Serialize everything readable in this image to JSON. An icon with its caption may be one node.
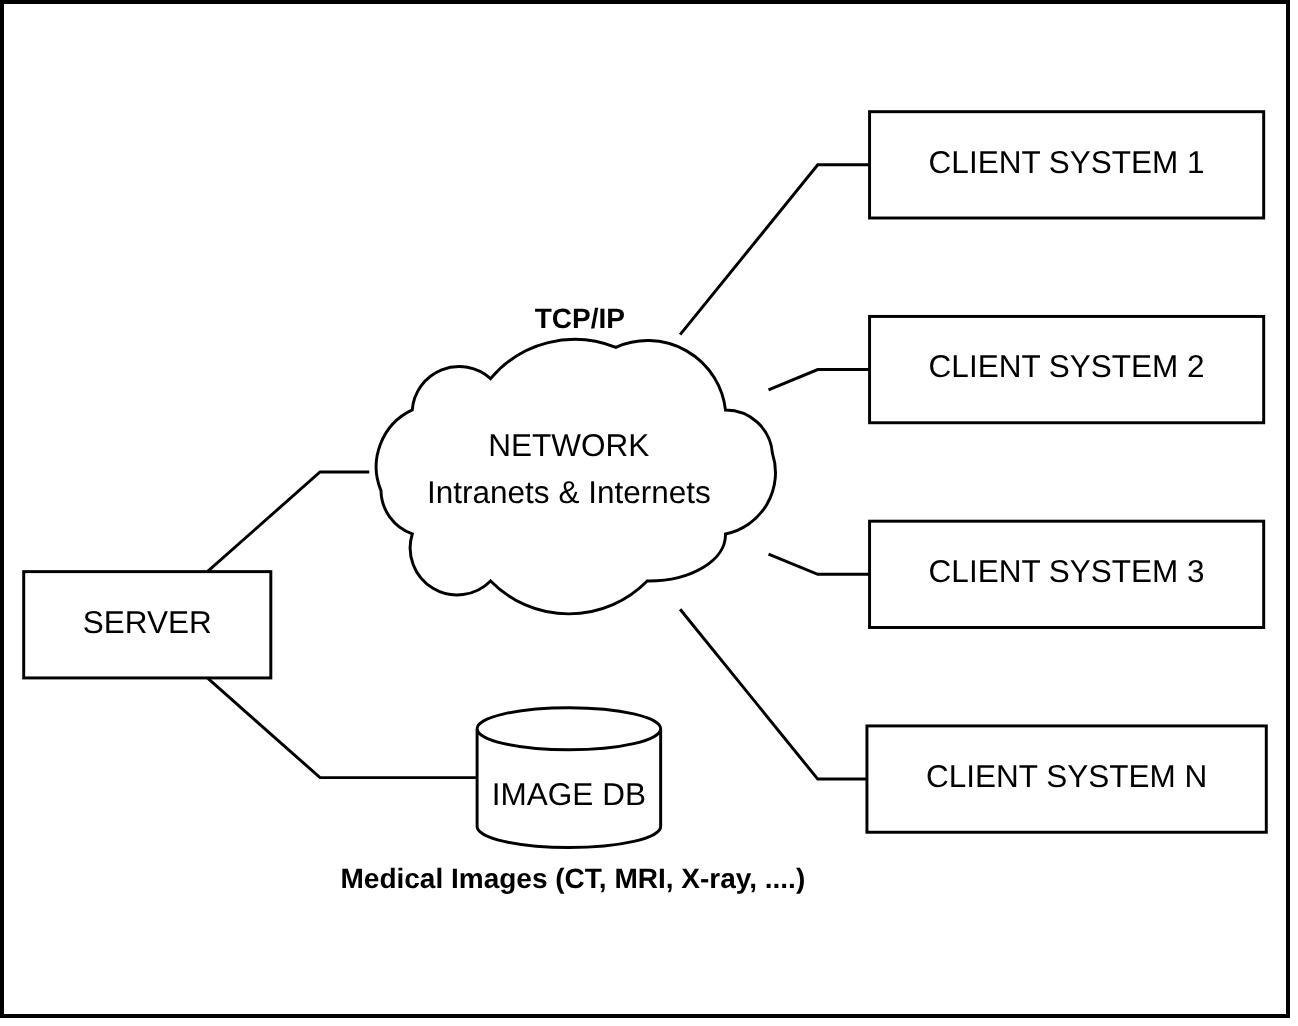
{
  "diagram": {
    "nodes": [
      {
        "text": [
          "SERVER"
        ]
      },
      {
        "text": [
          "NETWORK",
          "Intranets & Internets"
        ],
        "beside": [
          "TCP/IP"
        ]
      },
      {
        "text": [
          "IMAGE DB"
        ],
        "beside": [
          "Medical Images (CT, MRI, X-ray, ....)"
        ]
      },
      {
        "text": [
          "CLIENT SYSTEM 1"
        ]
      },
      {
        "text": [
          "CLIENT SYSTEM 2"
        ]
      },
      {
        "text": [
          "CLIENT SYSTEM 3"
        ]
      },
      {
        "text": [
          "CLIENT SYSTEM N"
        ]
      }
    ],
    "edges": [
      {
        "from": 0,
        "to": 1,
        "arrow": "none"
      },
      {
        "from": 0,
        "to": 2,
        "arrow": "none"
      },
      {
        "from": 1,
        "to": 3,
        "arrow": "none"
      },
      {
        "from": 1,
        "to": 4,
        "arrow": "none"
      },
      {
        "from": 1,
        "to": 5,
        "arrow": "none"
      },
      {
        "from": 1,
        "to": 6,
        "arrow": "none"
      }
    ]
  }
}
